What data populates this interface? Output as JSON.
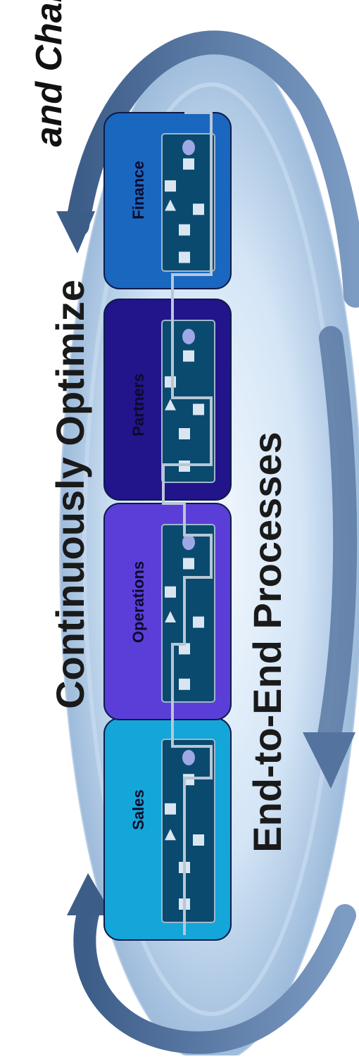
{
  "title": "and Chan",
  "labels": {
    "top": "Continuously Optimize",
    "bottom": "End-to-End Processes"
  },
  "departments": [
    {
      "name": "Sales",
      "color": "#14a6d8"
    },
    {
      "name": "Operations",
      "color": "#5b3ed8"
    },
    {
      "name": "Partners",
      "color": "#22148a"
    },
    {
      "name": "Finance",
      "color": "#1a67c0"
    }
  ],
  "colors": {
    "ellipse_light": "#e7f1fb",
    "ellipse_mid": "#a9c5e3",
    "arrow": "#4f6f9a",
    "panel": "#0a4a6e",
    "node": "#d9e6f2"
  }
}
